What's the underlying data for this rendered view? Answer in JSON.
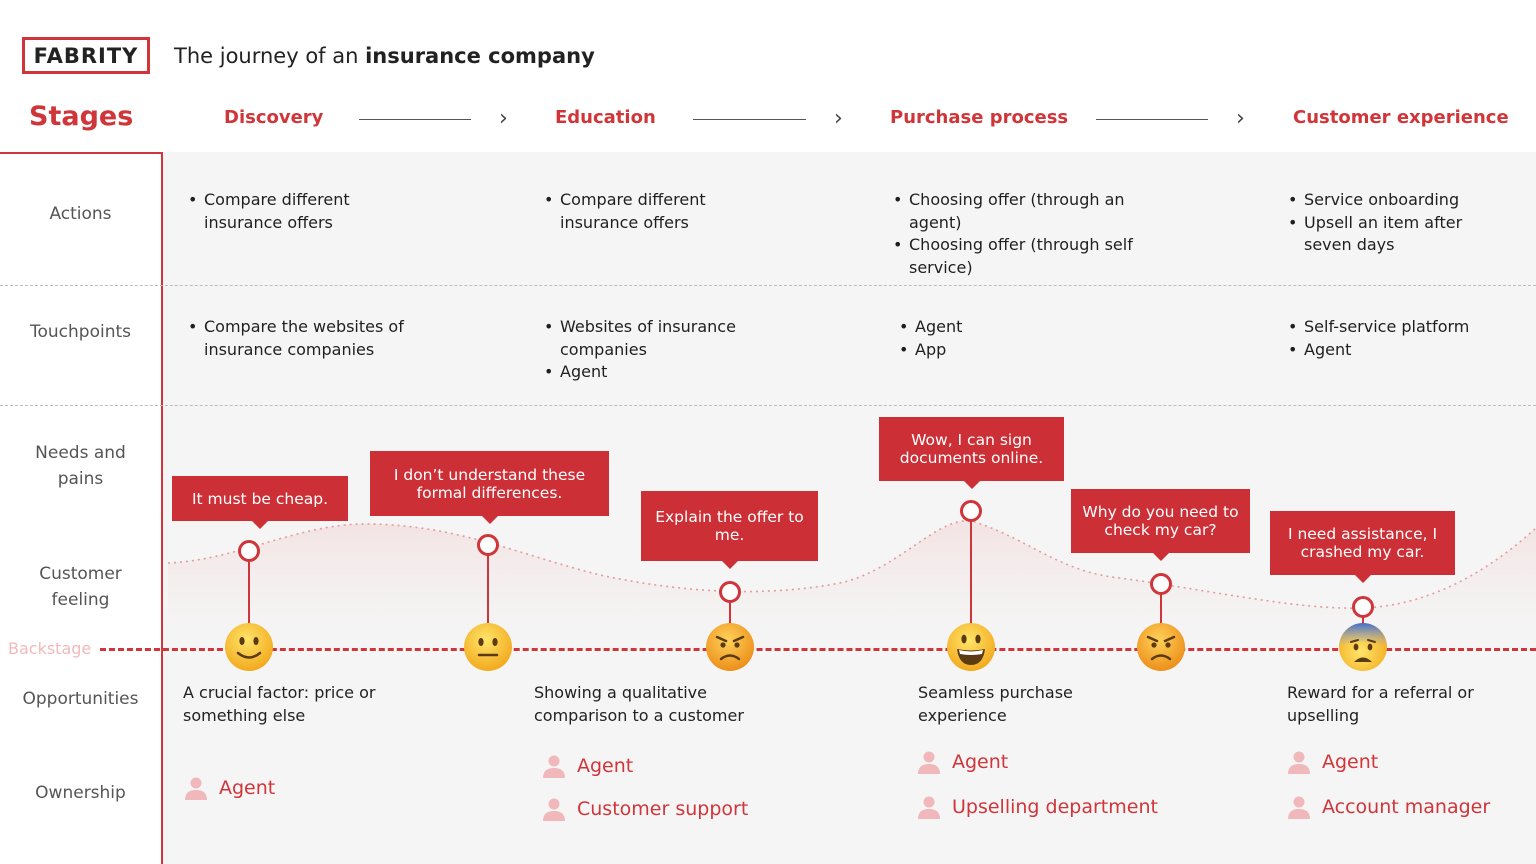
{
  "header": {
    "logo": "FABRITY",
    "title_prefix": "The journey of an ",
    "title_bold": "insurance company"
  },
  "stages_label": "Stages",
  "stages": [
    "Discovery",
    "Education",
    "Purchase process",
    "Customer experience"
  ],
  "row_labels": {
    "actions": "Actions",
    "touchpoints": "Touchpoints",
    "needs": [
      "Needs and",
      "pains"
    ],
    "feeling": [
      "Customer",
      "feeling"
    ],
    "backstage": "Backstage",
    "opportunities": "Opportunities",
    "ownership": "Ownership"
  },
  "actions": [
    [
      "Compare different insurance offers"
    ],
    [
      "Compare different insurance offers"
    ],
    [
      "Choosing offer (through an agent)",
      "Choosing offer (through self service)"
    ],
    [
      "Service onboarding",
      "Upsell an item after seven days"
    ]
  ],
  "touchpoints": [
    [
      "Compare the websites of insurance companies"
    ],
    [
      "Websites of insurance companies",
      "Agent"
    ],
    [
      "Agent",
      "App"
    ],
    [
      "Self-service platform",
      "Agent"
    ]
  ],
  "pains": [
    {
      "text": "It must be cheap.",
      "feeling": "smiling"
    },
    {
      "text": "I don’t understand these formal differences.",
      "feeling": "neutral"
    },
    {
      "text": "Explain the offer to me.",
      "feeling": "angry"
    },
    {
      "text": "Wow, I can sign documents online.",
      "feeling": "grinning"
    },
    {
      "text": "Why do you need to check my car?",
      "feeling": "angry"
    },
    {
      "text": "I need assistance, I crashed my car.",
      "feeling": "anxious"
    }
  ],
  "opportunities": [
    "A crucial factor: price or something else",
    "Showing a qualitative comparison to a customer",
    "Seamless purchase experience",
    "Reward for a referral or upselling"
  ],
  "ownership": [
    [
      "Agent"
    ],
    [
      "Agent",
      "Customer support"
    ],
    [
      "Agent",
      "Upselling department"
    ],
    [
      "Agent",
      "Account manager"
    ]
  ],
  "icons": {
    "owner": "person-icon",
    "arrow": "chevron-right-icon"
  },
  "colors": {
    "accent": "#d0353a",
    "bubble": "#cc2f36",
    "row_bg": "#f5f5f5",
    "backstage_text": "#f2b9bb"
  }
}
